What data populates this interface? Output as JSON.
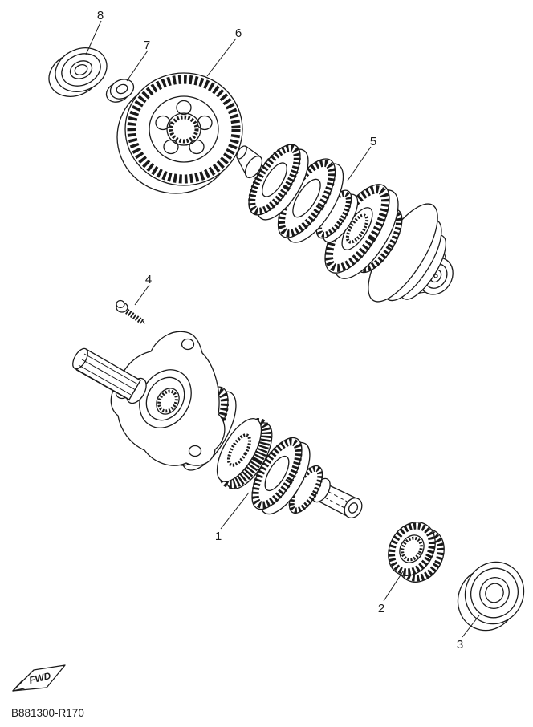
{
  "diagram": {
    "part_code": "B881300-R170",
    "fwd_label": "FWD",
    "callouts": [
      {
        "id": "1"
      },
      {
        "id": "2"
      },
      {
        "id": "3"
      },
      {
        "id": "4"
      },
      {
        "id": "5"
      },
      {
        "id": "6"
      },
      {
        "id": "7"
      },
      {
        "id": "8"
      }
    ]
  },
  "colors": {
    "line": "#1a1a1a",
    "background": "#ffffff"
  }
}
